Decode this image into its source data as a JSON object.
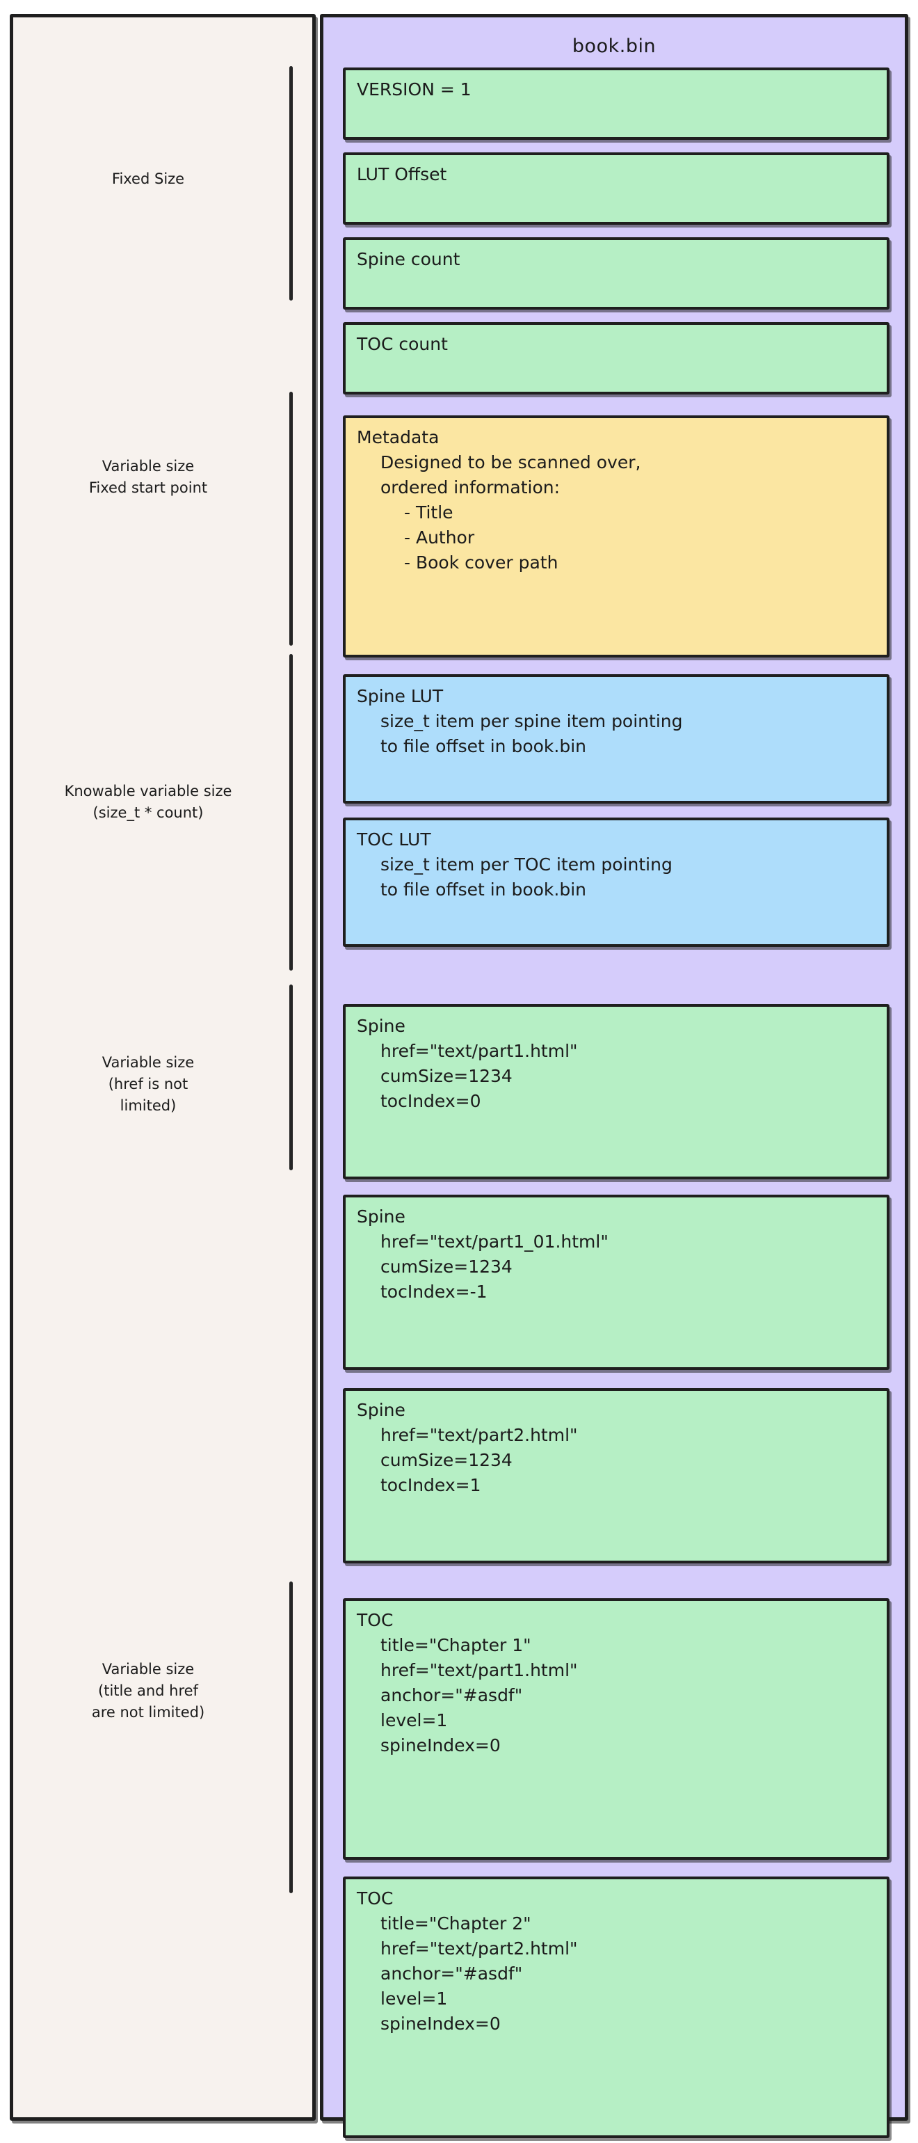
{
  "file_panel": {
    "title": "book.bin",
    "bg_color": "#d5ccfb"
  },
  "left_panel": {
    "bg_color": "#f7f2ee"
  },
  "sections": [
    {
      "id": "fixed-size",
      "lines": [
        "Fixed Size"
      ]
    },
    {
      "id": "variable-fixed-start",
      "lines": [
        "Variable size",
        "Fixed start point"
      ]
    },
    {
      "id": "knowable-variable-size",
      "lines": [
        "Knowable variable size",
        "(size_t * count)"
      ]
    },
    {
      "id": "variable-href",
      "lines": [
        "Variable size",
        "(href is not",
        "limited)"
      ]
    },
    {
      "id": "variable-title-href",
      "lines": [
        "Variable size",
        "(title and href",
        "are not limited)"
      ]
    }
  ],
  "fields": [
    {
      "id": "version",
      "color": "green",
      "head": "VERSION = 1",
      "sub": [],
      "sub2": []
    },
    {
      "id": "lut-offset",
      "color": "green",
      "head": "LUT Offset",
      "sub": [],
      "sub2": []
    },
    {
      "id": "spine-count",
      "color": "green",
      "head": "Spine count",
      "sub": [],
      "sub2": []
    },
    {
      "id": "toc-count",
      "color": "green",
      "head": "TOC count",
      "sub": [],
      "sub2": []
    },
    {
      "id": "metadata",
      "color": "yellow",
      "head": "Metadata",
      "sub": [
        "Designed to be scanned over,",
        "ordered information:"
      ],
      "sub2": [
        "- Title",
        "- Author",
        "- Book cover path"
      ]
    },
    {
      "id": "spine-lut",
      "color": "blue",
      "head": "Spine LUT",
      "sub": [
        "size_t item per spine item pointing",
        "to file offset in book.bin"
      ],
      "sub2": []
    },
    {
      "id": "toc-lut",
      "color": "blue",
      "head": "TOC LUT",
      "sub": [
        "size_t item per TOC item pointing",
        "to file offset in book.bin"
      ],
      "sub2": []
    },
    {
      "id": "spine-1",
      "color": "green",
      "head": "Spine",
      "sub": [
        "href=\"text/part1.html\"",
        "cumSize=1234",
        "tocIndex=0"
      ],
      "sub2": []
    },
    {
      "id": "spine-2",
      "color": "green",
      "head": "Spine",
      "sub": [
        "href=\"text/part1_01.html\"",
        "cumSize=1234",
        "tocIndex=-1"
      ],
      "sub2": []
    },
    {
      "id": "spine-3",
      "color": "green",
      "head": "Spine",
      "sub": [
        "href=\"text/part2.html\"",
        "cumSize=1234",
        "tocIndex=1"
      ],
      "sub2": []
    },
    {
      "id": "toc-1",
      "color": "green",
      "head": "TOC",
      "sub": [
        "title=\"Chapter 1\"",
        "href=\"text/part1.html\"",
        "anchor=\"#asdf\"",
        "level=1",
        "spineIndex=0"
      ],
      "sub2": []
    },
    {
      "id": "toc-2",
      "color": "green",
      "head": "TOC",
      "sub": [
        "title=\"Chapter 2\"",
        "href=\"text/part2.html\"",
        "anchor=\"#asdf\"",
        "level=1",
        "spineIndex=0"
      ],
      "sub2": []
    }
  ],
  "layout": {
    "field_tops": [
      72,
      194,
      316,
      438,
      572,
      944,
      1150,
      1418,
      1692,
      1970,
      2272,
      2672
    ],
    "field_heights": [
      104,
      104,
      104,
      104,
      348,
      186,
      186,
      252,
      252,
      252,
      376,
      376
    ],
    "bracket_tops": [
      95,
      563,
      940,
      1415,
      2273
    ],
    "bracket_heights": [
      337,
      365,
      455,
      267,
      448
    ],
    "label_tops": [
      242,
      655,
      1122,
      1512,
      2384
    ]
  }
}
